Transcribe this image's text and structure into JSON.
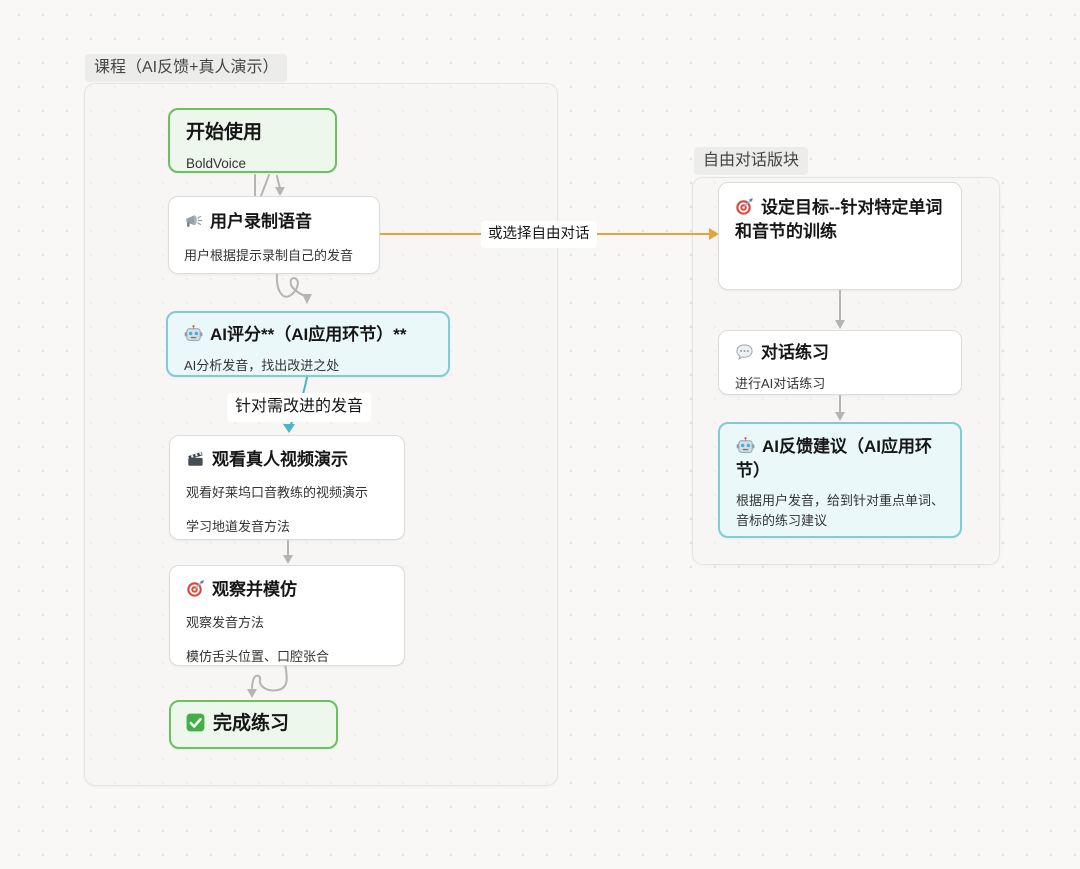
{
  "groups": {
    "course": {
      "label": "课程（AI反馈+真人演示）"
    },
    "free_talk": {
      "label": "自由对话版块"
    }
  },
  "nodes": {
    "start": {
      "title": "开始使用",
      "subtitle": "BoldVoice",
      "variant": "green"
    },
    "record": {
      "icon": "megaphone-icon",
      "title": "用户录制语音",
      "subtitle": "用户根据提示录制自己的发音",
      "variant": "white"
    },
    "ai_score": {
      "icon": "robot-icon",
      "title": "AI评分**（AI应用环节）**",
      "subtitle": "AI分析发音，找出改进之处",
      "variant": "cyan"
    },
    "watch": {
      "icon": "clapper-board-icon",
      "title": "观看真人视频演示",
      "subtitles": [
        "观看好莱坞口音教练的视频演示",
        "学习地道发音方法"
      ],
      "variant": "white"
    },
    "observe": {
      "icon": "target-dart-icon",
      "title": "观察并模仿",
      "subtitles": [
        "观察发音方法",
        "模仿舌头位置、口腔张合"
      ],
      "variant": "white"
    },
    "finish": {
      "icon": "check-mark-icon",
      "title": "完成练习",
      "variant": "green"
    },
    "set_goal": {
      "icon": "target-dart-icon",
      "title": "设定目标--针对特定单词和音节的训练",
      "variant": "white"
    },
    "talk_practice": {
      "icon": "speech-bubble-icon",
      "title": "对话练习",
      "subtitle": "进行AI对话练习",
      "variant": "white"
    },
    "ai_feedback": {
      "icon": "robot-icon",
      "title": "AI反馈建议（AI应用环节）",
      "subtitle": "根据用户发音，给到针对重点单词、音标的练习建议",
      "variant": "cyan"
    }
  },
  "edges": {
    "free_talk_choice": {
      "label": "或选择自由对话",
      "from": "record",
      "to": "set_goal"
    },
    "improve_focus": {
      "label": "针对需改进的发音",
      "from": "ai_score",
      "to": "watch"
    }
  },
  "colors": {
    "connector_gray": "#b4b4b2",
    "connector_teal": "#47b7c7",
    "connector_orange": "#e2a53c",
    "green_border": "#6cc05f",
    "green_fill": "#edf7ec",
    "cyan_border": "#7fccd8",
    "cyan_fill": "#ebf8fa",
    "label_background": "#ececea",
    "page_background": "#f9f8f6"
  }
}
